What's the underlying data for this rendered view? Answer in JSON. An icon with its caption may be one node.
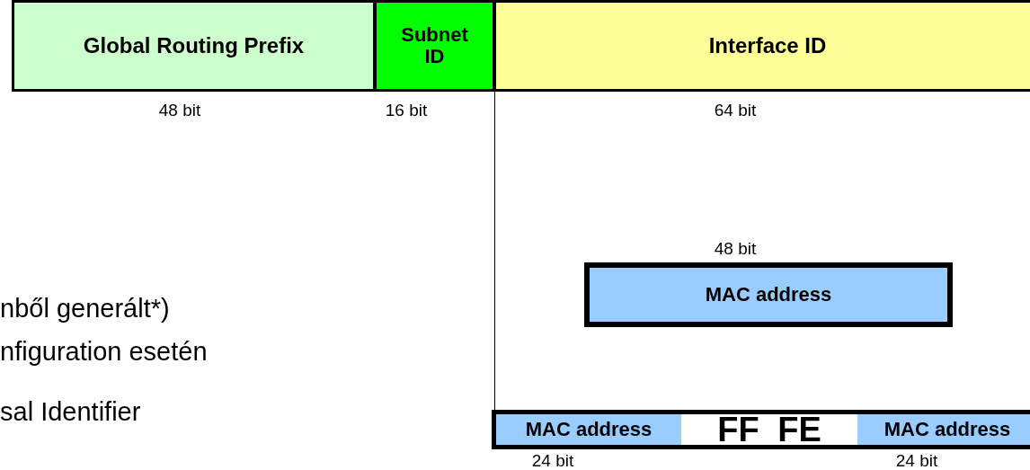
{
  "diagram": {
    "nodes": [
      {
        "text": [
          "Global Routing Prefix"
        ],
        "beside": [
          "48 bit"
        ]
      },
      {
        "text": [
          "Subnet ID"
        ],
        "beside": [
          "16 bit"
        ]
      },
      {
        "text": [
          "Interface ID"
        ],
        "beside": [
          "64 bit"
        ]
      },
      {
        "text": [
          "MAC address"
        ],
        "beside": [
          "48 bit"
        ]
      },
      {
        "text": [],
        "shape": "bar"
      },
      {
        "text": [
          "MAC address"
        ],
        "beside": [
          "24 bit"
        ],
        "in": 4
      },
      {
        "text": [
          "FF",
          "FE"
        ],
        "in": 4
      },
      {
        "text": [
          "MAC address"
        ],
        "beside": [
          "24 bit"
        ],
        "in": 4
      }
    ],
    "edges": [],
    "labels": [
      "nből generált*)",
      "nfiguration esetén",
      "sal Identifier"
    ]
  }
}
